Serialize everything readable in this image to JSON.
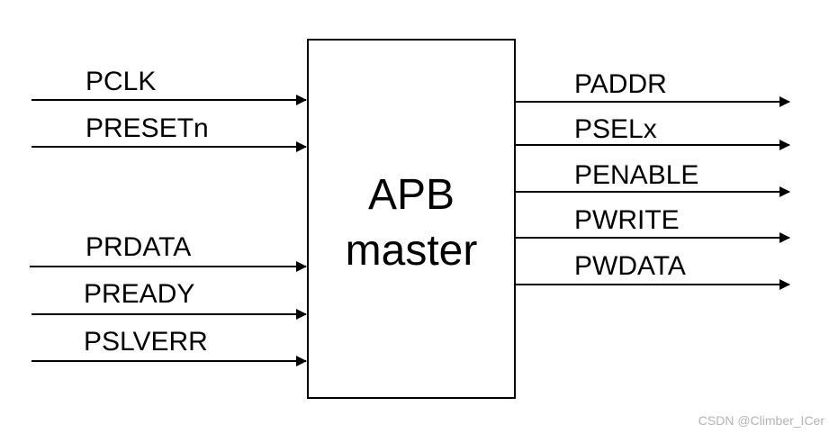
{
  "block": {
    "title_line1": "APB",
    "title_line2": "master"
  },
  "inputs": [
    {
      "id": "pclk",
      "label": "PCLK"
    },
    {
      "id": "presetn",
      "label": "PRESETn"
    },
    {
      "id": "prdata",
      "label": "PRDATA"
    },
    {
      "id": "pready",
      "label": "PREADY"
    },
    {
      "id": "pslverr",
      "label": "PSLVERR"
    }
  ],
  "outputs": [
    {
      "id": "paddr",
      "label": "PADDR"
    },
    {
      "id": "pselx",
      "label": "PSELx"
    },
    {
      "id": "penable",
      "label": "PENABLE"
    },
    {
      "id": "pwrite",
      "label": "PWRITE"
    },
    {
      "id": "pwdata",
      "label": "PWDATA"
    }
  ],
  "watermark": "CSDN @Climber_ICer",
  "colors": {
    "stroke": "#000000",
    "watermark": "#b3b3b3"
  }
}
